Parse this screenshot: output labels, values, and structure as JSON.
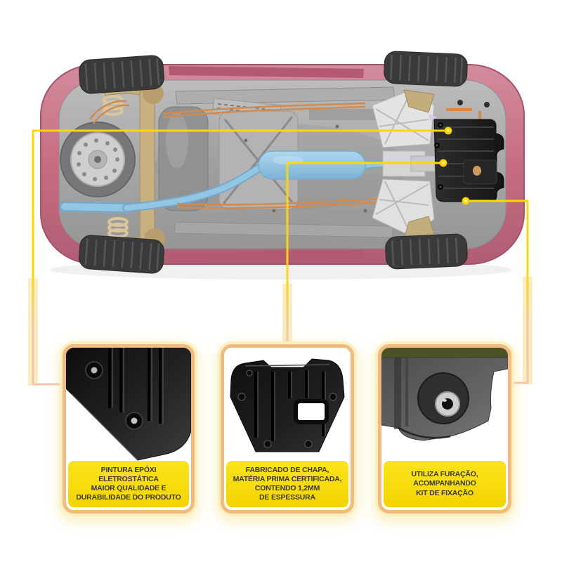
{
  "features": [
    {
      "id": "pintura-epoxi",
      "label": "PINTURA EPÓXI\nELETROSTÁTICA\nMAIOR QUALIDADE E\nDURABILIDADE DO PRODUTO"
    },
    {
      "id": "chapa-certificada",
      "label": "FABRICADO DE CHAPA,\nMATÉRIA PRIMA CERTIFICADA,\nCONTENDO 1,2MM\nDE ESPESSURA"
    },
    {
      "id": "kit-fixacao",
      "label": "UTILIZA FURAÇÃO,\nACOMPANHANDO\nKIT DE FIXAÇÃO"
    }
  ],
  "colors": {
    "background": "#ffffff",
    "callout_yellow": "#ffd700",
    "label_yellow": "#f6d800",
    "label_text": "#3b3b3a",
    "card_border_peach": "#f3b97e",
    "card_glow_yellow": "#f9eeb4",
    "car_body_pink": "#c76d82",
    "car_sill_dark_pink": "#b35a72",
    "chassis_gray": "#a9a9a9",
    "exhaust_blue": "#8cc0df",
    "suspension_tan": "#c7b082",
    "skid_plate_black": "#1b1b1b",
    "tire_dark": "#3a3a3a"
  }
}
